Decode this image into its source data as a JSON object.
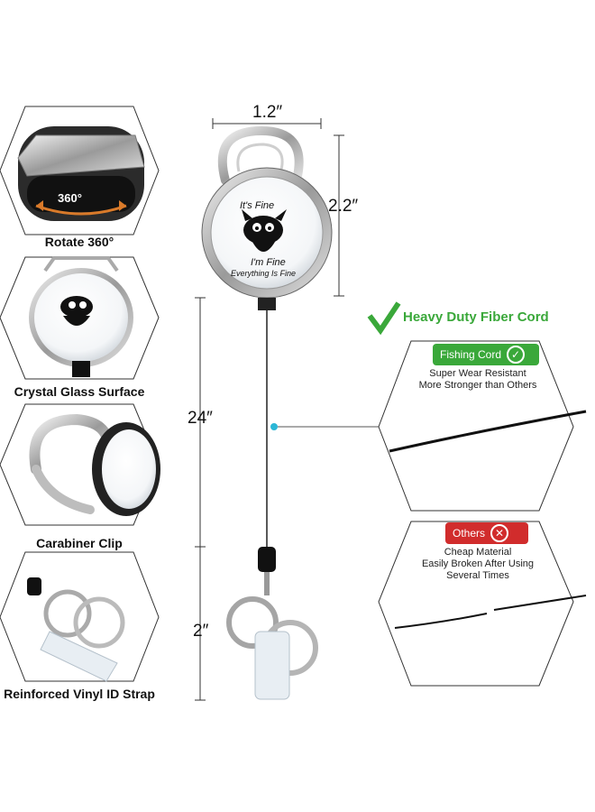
{
  "features": [
    {
      "label": "Rotate 360°",
      "badge": "360°"
    },
    {
      "label": "Crystal Glass Surface"
    },
    {
      "label": "Carabiner Clip"
    },
    {
      "label": "Reinforced Vinyl ID Strap"
    }
  ],
  "product_text": {
    "line1": "It's Fine",
    "line2": "I'm Fine",
    "line3": "Everything Is Fine"
  },
  "dimensions": {
    "width": "1.2″",
    "height": "2.2″",
    "cord": "24″",
    "strap": "2″"
  },
  "cord_section": {
    "heading": "Heavy Duty Fiber Cord",
    "fishing_label": "Fishing Cord",
    "fishing_desc": [
      "Super Wear Resistant",
      "More Stronger than Others"
    ],
    "others_label": "Others",
    "others_desc": [
      "Cheap Material",
      "Easily Broken After Using",
      "Several Times"
    ]
  },
  "colors": {
    "green": "#3aa83a",
    "red": "#d12c2c",
    "accent_dot": "#2bb7d6"
  }
}
